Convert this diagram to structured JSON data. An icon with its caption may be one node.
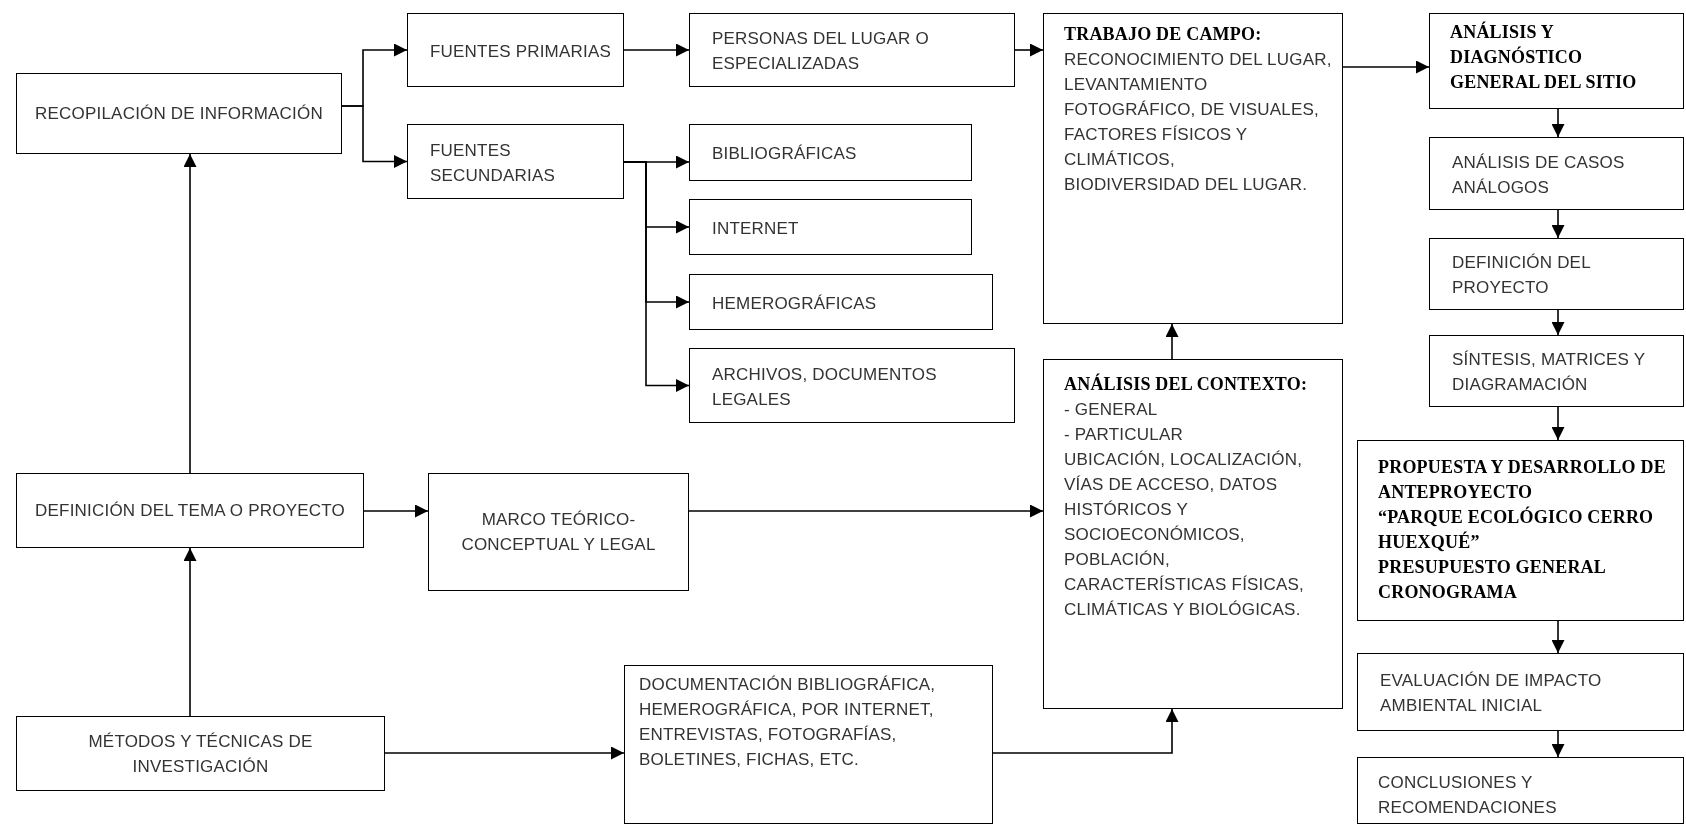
{
  "diagram": {
    "nodes": [
      {
        "text": [
          "RECOPILACIÓN DE INFORMACIÓN"
        ]
      },
      {
        "text": [
          "FUENTES PRIMARIAS"
        ]
      },
      {
        "text": [
          "FUENTES SECUNDARIAS"
        ]
      },
      {
        "text": [
          "PERSONAS DEL LUGAR O ESPECIALIZADAS"
        ]
      },
      {
        "text": [
          "BIBLIOGRÁFICAS"
        ]
      },
      {
        "text": [
          "INTERNET"
        ]
      },
      {
        "text": [
          "HEMEROGRÁFICAS"
        ]
      },
      {
        "text": [
          "ARCHIVOS, DOCUMENTOS LEGALES"
        ]
      },
      {
        "text": [
          "TRABAJO DE CAMPO:",
          "RECONOCIMIENTO DEL LUGAR,",
          "LEVANTAMIENTO FOTOGRÁFICO,  DE VISUALES,",
          "FACTORES FÍSICOS Y CLIMÁTICOS,",
          "BIODIVERSIDAD DEL LUGAR."
        ]
      },
      {
        "text": [
          "ANÁLISIS DEL CONTEXTO:",
          "- GENERAL",
          "- PARTICULAR",
          "UBICACIÓN, LOCALIZACIÓN, VÍAS DE ACCESO,  DATOS HISTÓRICOS Y SOCIOECONÓMICOS, POBLACIÓN, CARACTERÍSTICAS FÍSICAS, CLIMÁTICAS Y BIOLÓGICAS."
        ]
      },
      {
        "text": [
          "ANÁLISIS Y DIAGNÓSTICO GENERAL DEL SITIO"
        ]
      },
      {
        "text": [
          "ANÁLISIS DE CASOS ANÁLOGOS"
        ]
      },
      {
        "text": [
          "DEFINICIÓN DEL PROYECTO"
        ]
      },
      {
        "text": [
          "SÍNTESIS, MATRICES Y DIAGRAMACIÓN"
        ]
      },
      {
        "text": [
          "PROPUESTA Y DESARROLLO DE ANTEPROYECTO",
          "“PARQUE ECOLÓGICO CERRO HUEXQUÉ”",
          "PRESUPUESTO GENERAL",
          "CRONOGRAMA"
        ]
      },
      {
        "text": [
          "EVALUACIÓN DE IMPACTO AMBIENTAL INICIAL"
        ]
      },
      {
        "text": [
          "CONCLUSIONES Y RECOMENDACIONES"
        ]
      },
      {
        "text": [
          "DEFINICIÓN DEL TEMA O PROYECTO"
        ]
      },
      {
        "text": [
          "MARCO TEÓRICO-CONCEPTUAL  Y LEGAL"
        ]
      },
      {
        "text": [
          "MÉTODOS Y TÉCNICAS DE INVESTIGACIÓN"
        ]
      },
      {
        "text": [
          "DOCUMENTACIÓN BIBLIOGRÁFICA, HEMEROGRÁFICA, POR INTERNET, ENTREVISTAS, FOTOGRAFÍAS,  BOLETINES, FICHAS, ETC."
        ]
      }
    ],
    "edges": [
      {
        "from": 0,
        "to": 1,
        "arrow": "to"
      },
      {
        "from": 0,
        "to": 2,
        "arrow": "to"
      },
      {
        "from": 1,
        "to": 3,
        "arrow": "to"
      },
      {
        "from": 2,
        "to": 4,
        "arrow": "to"
      },
      {
        "from": 2,
        "to": 5,
        "arrow": "to"
      },
      {
        "from": 2,
        "to": 6,
        "arrow": "to"
      },
      {
        "from": 2,
        "to": 7,
        "arrow": "to"
      },
      {
        "from": 3,
        "to": 8,
        "arrow": "to"
      },
      {
        "from": 8,
        "to": 10,
        "arrow": "to"
      },
      {
        "from": 10,
        "to": 11,
        "arrow": "to"
      },
      {
        "from": 11,
        "to": 12,
        "arrow": "to"
      },
      {
        "from": 12,
        "to": 13,
        "arrow": "to"
      },
      {
        "from": 13,
        "to": 14,
        "arrow": "to"
      },
      {
        "from": 14,
        "to": 15,
        "arrow": "to"
      },
      {
        "from": 15,
        "to": 16,
        "arrow": "to"
      },
      {
        "from": 17,
        "to": 0,
        "arrow": "to"
      },
      {
        "from": 19,
        "to": 17,
        "arrow": "to"
      },
      {
        "from": 17,
        "to": 18,
        "arrow": "to"
      },
      {
        "from": 18,
        "to": 9,
        "arrow": "to"
      },
      {
        "from": 19,
        "to": 20,
        "arrow": "to"
      },
      {
        "from": 20,
        "to": 9,
        "arrow": "to"
      },
      {
        "from": 9,
        "to": 8,
        "arrow": "to"
      }
    ]
  }
}
